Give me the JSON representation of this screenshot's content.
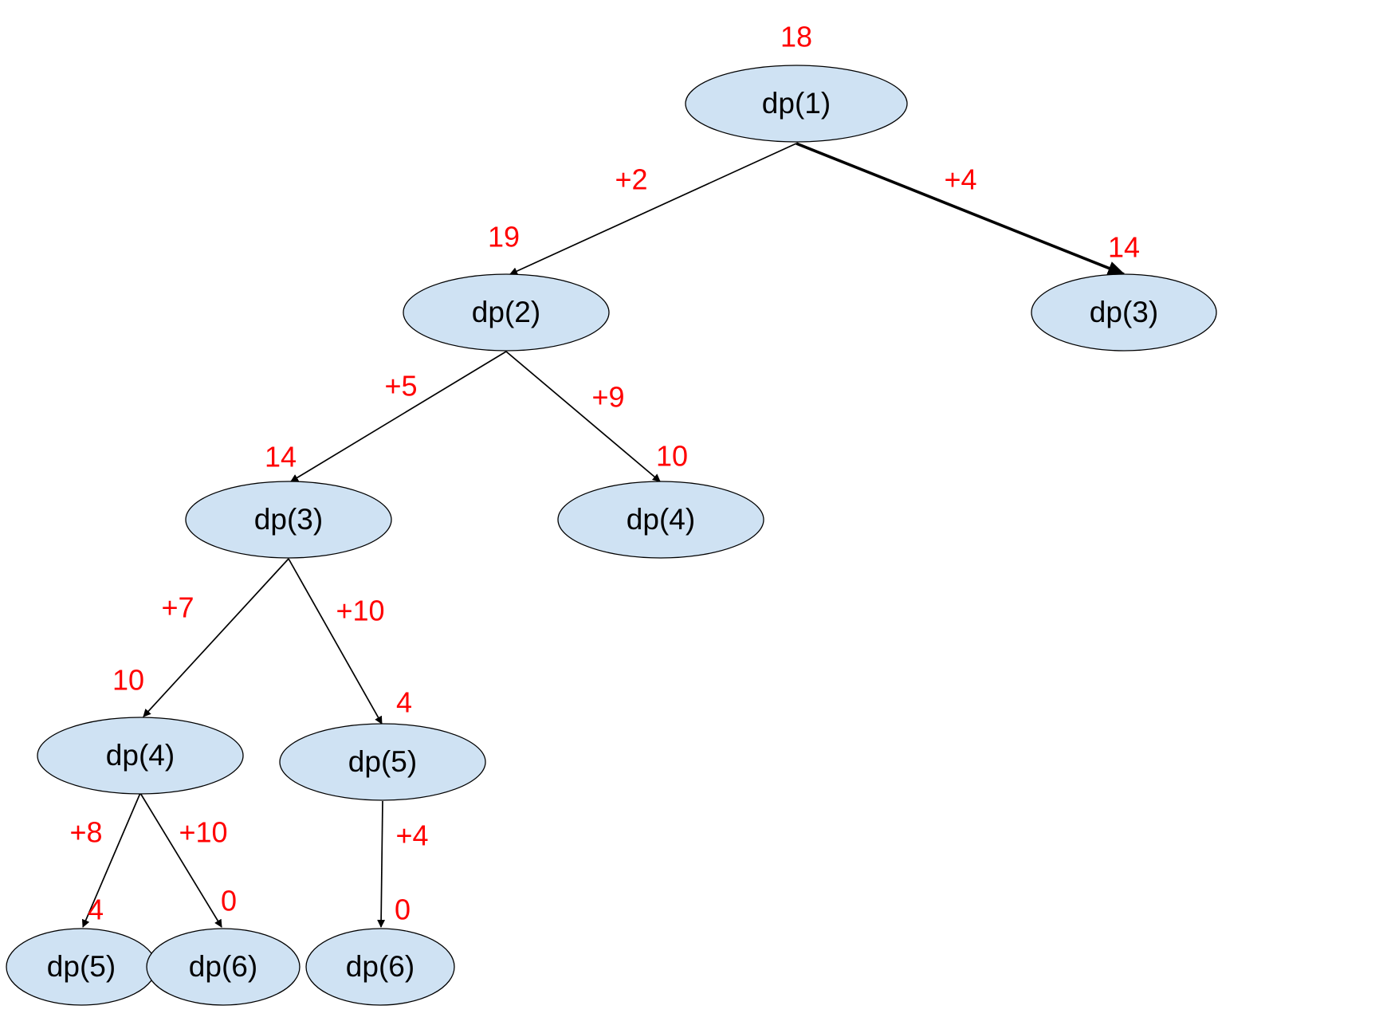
{
  "colors": {
    "node_fill": "#cfe2f3",
    "node_stroke": "#000000",
    "edge": "#000000",
    "annotation": "#ff0000",
    "background": "#ffffff"
  },
  "nodes": [
    {
      "id": "n1",
      "label": "dp(1)",
      "value": "18"
    },
    {
      "id": "n2",
      "label": "dp(2)",
      "value": "19"
    },
    {
      "id": "n3r",
      "label": "dp(3)",
      "value": "14"
    },
    {
      "id": "n3",
      "label": "dp(3)",
      "value": "14"
    },
    {
      "id": "n4r",
      "label": "dp(4)",
      "value": "10"
    },
    {
      "id": "n4",
      "label": "dp(4)",
      "value": "10"
    },
    {
      "id": "n5r",
      "label": "dp(5)",
      "value": "4"
    },
    {
      "id": "n5",
      "label": "dp(5)",
      "value": "4"
    },
    {
      "id": "n6a",
      "label": "dp(6)",
      "value": "0"
    },
    {
      "id": "n6b",
      "label": "dp(6)",
      "value": "0"
    }
  ],
  "edges": [
    {
      "from": "n1",
      "to": "n2",
      "weight": "+2",
      "emphasis": false
    },
    {
      "from": "n1",
      "to": "n3r",
      "weight": "+4",
      "emphasis": true
    },
    {
      "from": "n2",
      "to": "n3",
      "weight": "+5",
      "emphasis": false
    },
    {
      "from": "n2",
      "to": "n4r",
      "weight": "+9",
      "emphasis": false
    },
    {
      "from": "n3",
      "to": "n4",
      "weight": "+7",
      "emphasis": false
    },
    {
      "from": "n3",
      "to": "n5r",
      "weight": "+10",
      "emphasis": false
    },
    {
      "from": "n4",
      "to": "n5",
      "weight": "+8",
      "emphasis": false
    },
    {
      "from": "n4",
      "to": "n6a",
      "weight": "+10",
      "emphasis": false
    },
    {
      "from": "n5r",
      "to": "n6b",
      "weight": "+4",
      "emphasis": false
    }
  ]
}
